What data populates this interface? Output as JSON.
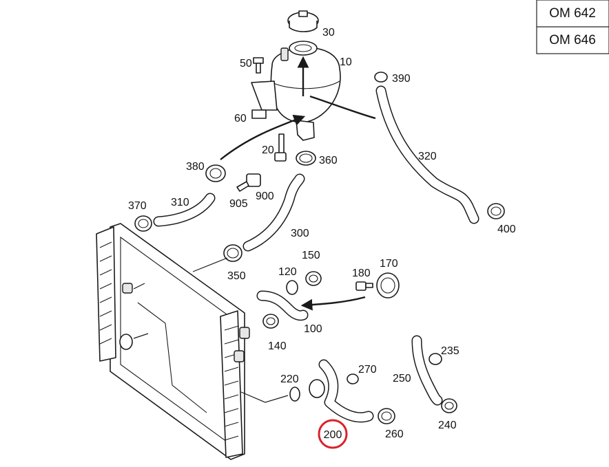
{
  "engine_codes": [
    "OM 642",
    "OM 646"
  ],
  "part_labels": {
    "p10": "10",
    "p20": "20",
    "p30": "30",
    "p50": "50",
    "p60": "60",
    "p100": "100",
    "p120": "120",
    "p140": "140",
    "p150": "150",
    "p170": "170",
    "p180": "180",
    "p200": "200",
    "p220": "220",
    "p235": "235",
    "p240": "240",
    "p250": "250",
    "p260": "260",
    "p270": "270",
    "p300": "300",
    "p310": "310",
    "p320": "320",
    "p350": "350",
    "p360": "360",
    "p370": "370",
    "p380": "380",
    "p390": "390",
    "p400": "400",
    "p900": "900",
    "p905": "905"
  },
  "highlight": {
    "part": "200",
    "color": "#d9222a"
  }
}
